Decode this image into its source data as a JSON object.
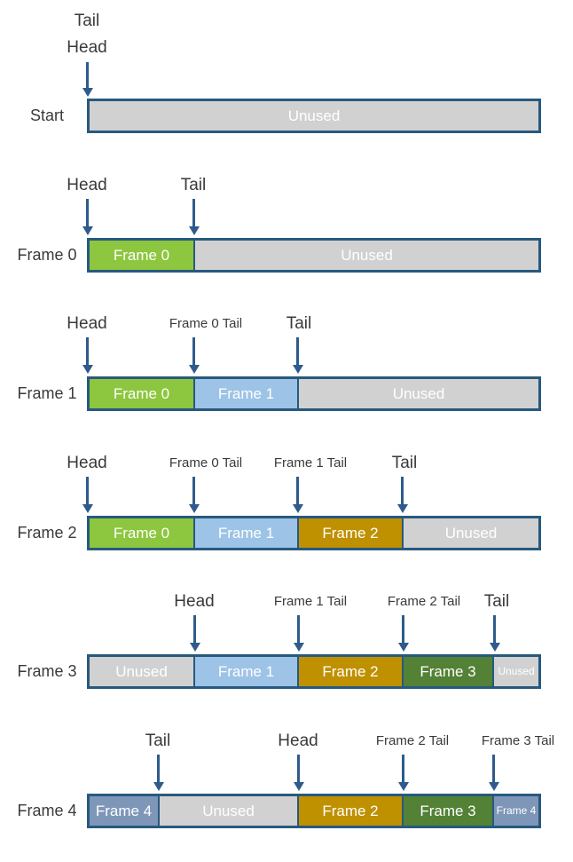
{
  "colors": {
    "border": "#27597F",
    "arrow": "#2E5B8C",
    "text": "#3A3A3A",
    "segment_text": "#FFFFFF",
    "unused": "#D2D1D1",
    "frame0": "#8DC63F",
    "frame1": "#9DC3E6",
    "frame2": "#BF9000",
    "frame3": "#538135",
    "frame4": "#7E96B8",
    "background": "#FFFFFF"
  },
  "rows": [
    {
      "label": "Start",
      "markers": [
        {
          "lines": [
            "Tail",
            "Head"
          ]
        }
      ],
      "segments": [
        {
          "text": "Unused",
          "color": "unused"
        }
      ]
    },
    {
      "label": "Frame 0",
      "markers": [
        {
          "label": "Head"
        },
        {
          "label": "Tail"
        }
      ],
      "segments": [
        {
          "text": "Frame 0",
          "color": "frame0"
        },
        {
          "text": "Unused",
          "color": "unused"
        }
      ]
    },
    {
      "label": "Frame 1",
      "markers": [
        {
          "label": "Head"
        },
        {
          "label": "Frame 0 Tail"
        },
        {
          "label": "Tail"
        }
      ],
      "segments": [
        {
          "text": "Frame 0",
          "color": "frame0"
        },
        {
          "text": "Frame 1",
          "color": "frame1"
        },
        {
          "text": "Unused",
          "color": "unused"
        }
      ]
    },
    {
      "label": "Frame 2",
      "markers": [
        {
          "label": "Head"
        },
        {
          "label": "Frame 0 Tail"
        },
        {
          "label": "Frame 1 Tail"
        },
        {
          "label": "Tail"
        }
      ],
      "segments": [
        {
          "text": "Frame 0",
          "color": "frame0"
        },
        {
          "text": "Frame 1",
          "color": "frame1"
        },
        {
          "text": "Frame 2",
          "color": "frame2"
        },
        {
          "text": "Unused",
          "color": "unused"
        }
      ]
    },
    {
      "label": "Frame 3",
      "markers": [
        {
          "label": "Head"
        },
        {
          "label": "Frame 1 Tail"
        },
        {
          "label": "Frame 2 Tail"
        },
        {
          "label": "Tail"
        }
      ],
      "segments": [
        {
          "text": "Unused",
          "color": "unused"
        },
        {
          "text": "Frame 1",
          "color": "frame1"
        },
        {
          "text": "Frame 2",
          "color": "frame2"
        },
        {
          "text": "Frame 3",
          "color": "frame3"
        },
        {
          "text": "Unused",
          "color": "unused"
        }
      ]
    },
    {
      "label": "Frame 4",
      "markers": [
        {
          "label": "Tail"
        },
        {
          "label": "Head"
        },
        {
          "label": "Frame 2 Tail"
        },
        {
          "label": "Frame 3 Tail"
        }
      ],
      "segments": [
        {
          "text": "Frame 4",
          "color": "frame4"
        },
        {
          "text": "Unused",
          "color": "unused"
        },
        {
          "text": "Frame 2",
          "color": "frame2"
        },
        {
          "text": "Frame 3",
          "color": "frame3"
        },
        {
          "text": "Frame 4",
          "color": "frame4"
        }
      ]
    }
  ]
}
